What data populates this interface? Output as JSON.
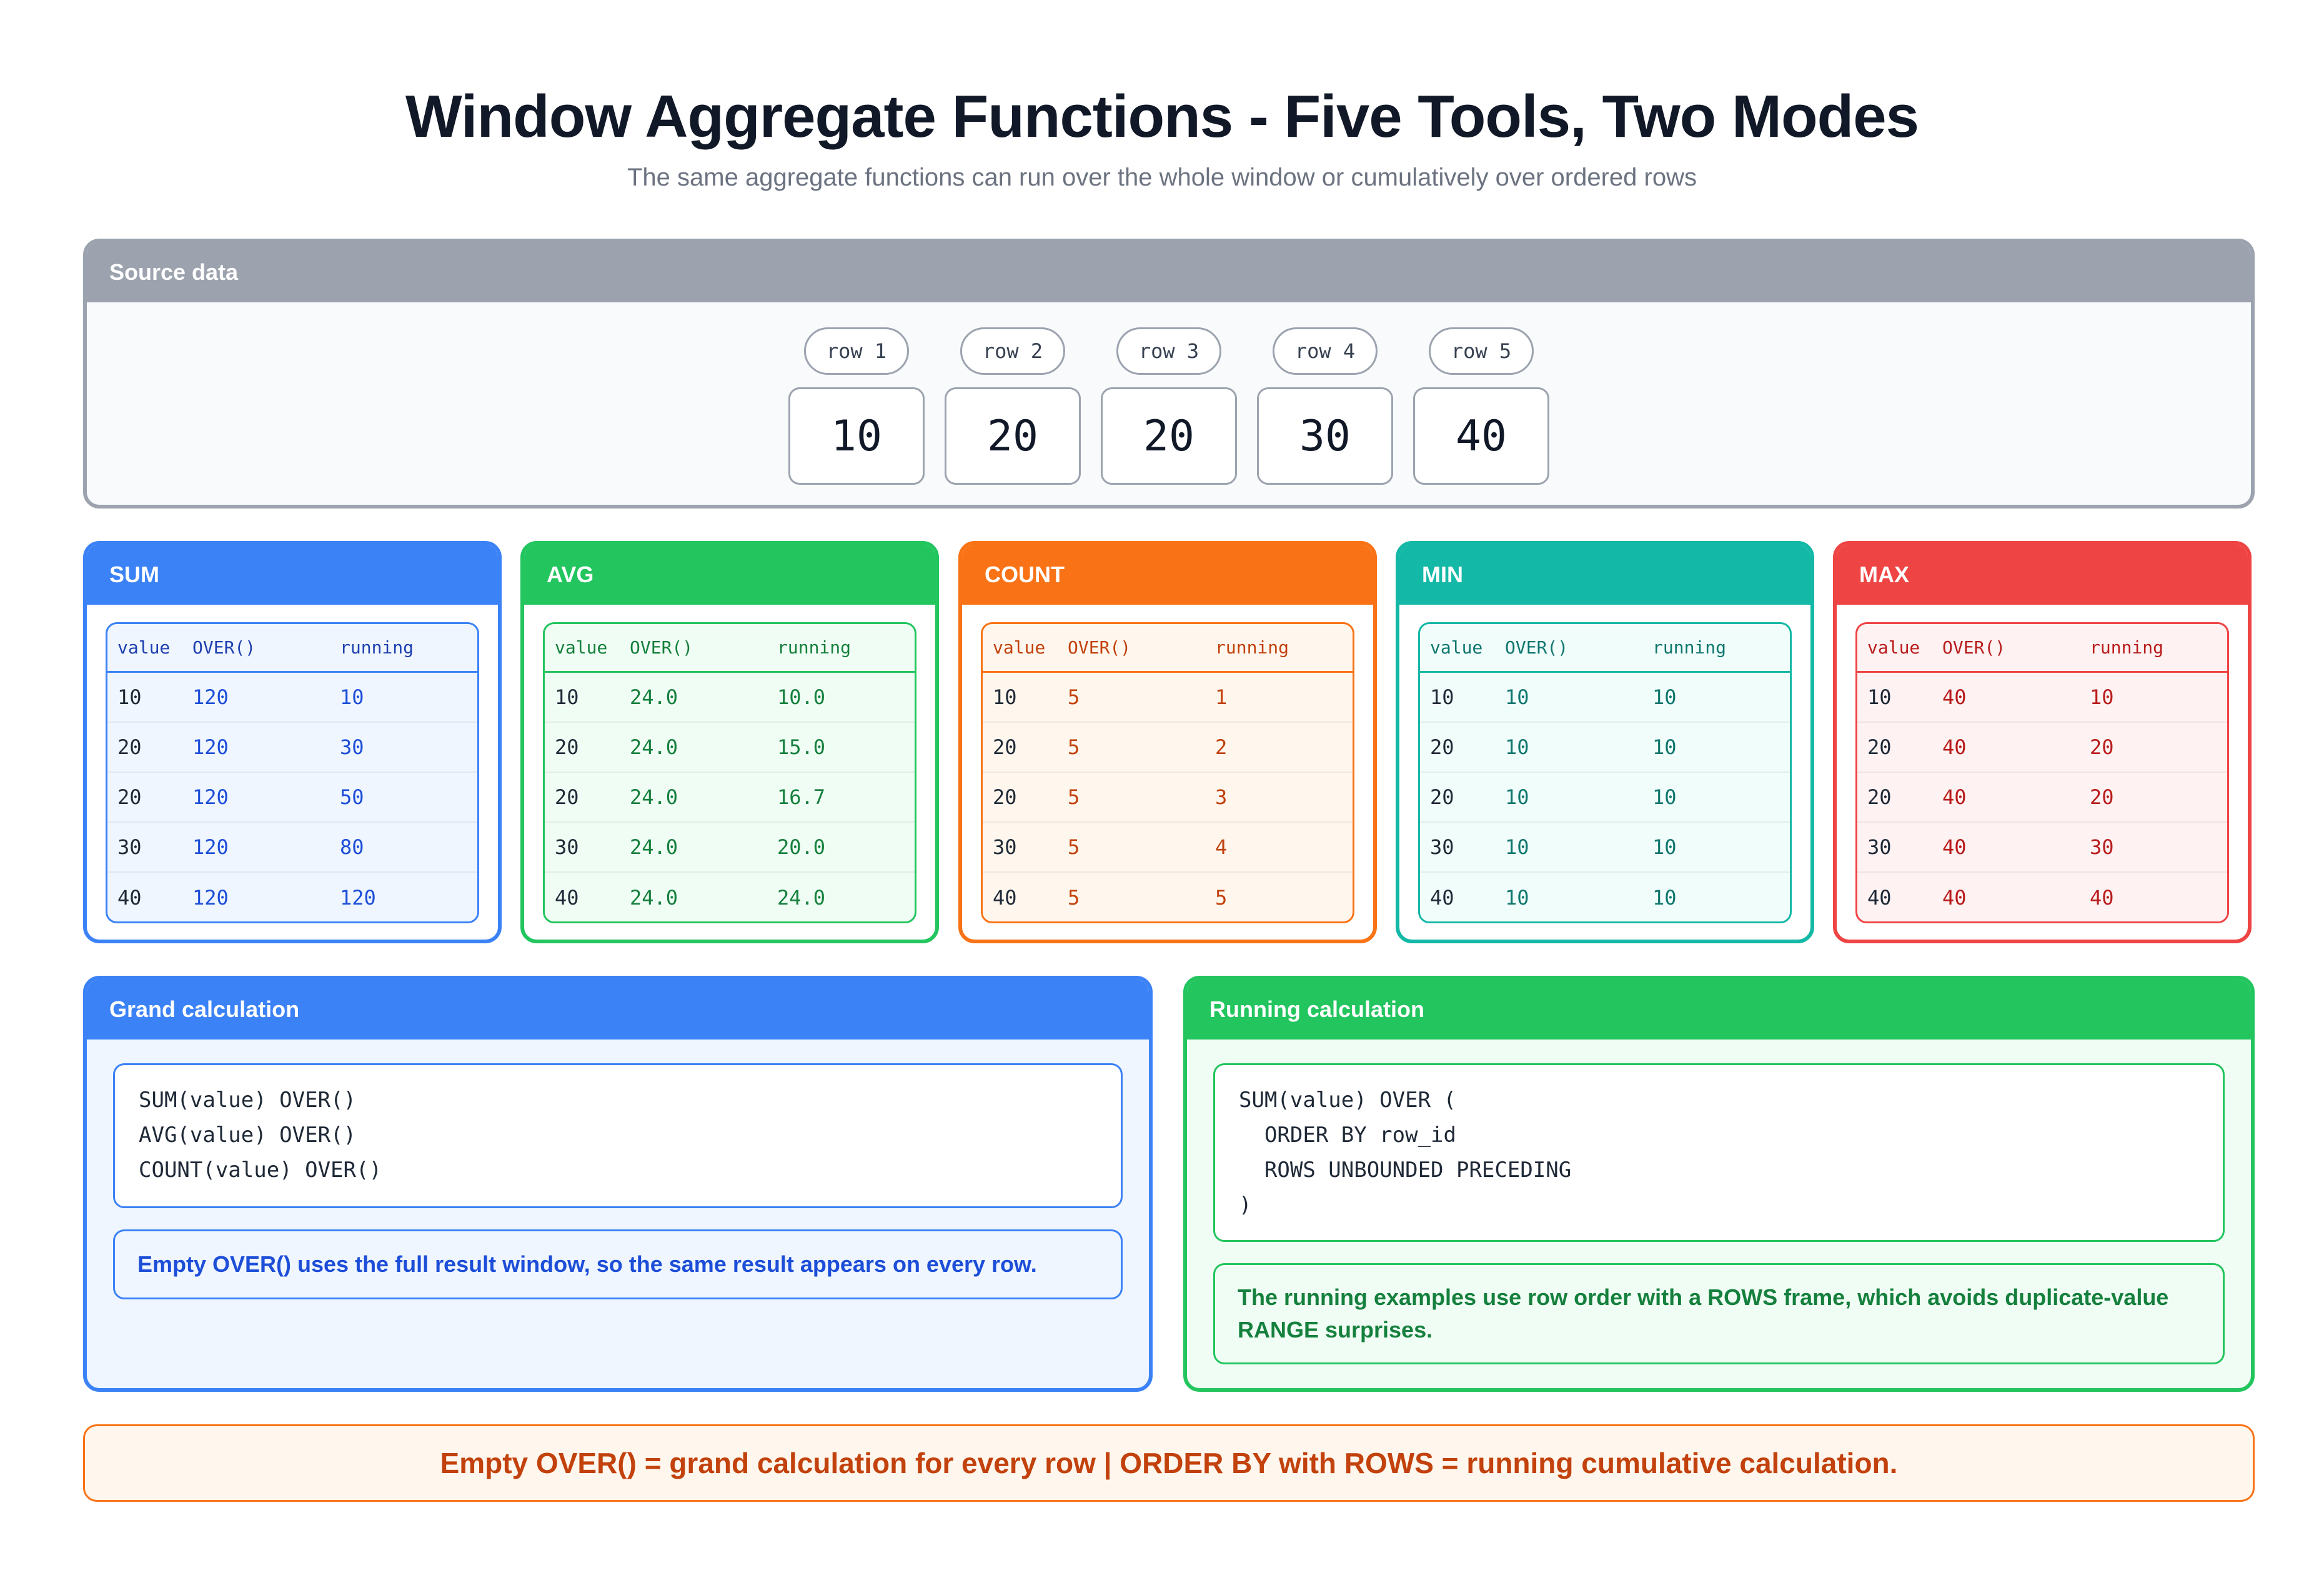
{
  "title": "Window Aggregate Functions - Five Tools, Two Modes",
  "subtitle": "The same aggregate functions can run over the whole window or cumulatively over ordered rows",
  "source": {
    "heading": "Source data",
    "rows": [
      {
        "label": "row 1",
        "value": "10"
      },
      {
        "label": "row 2",
        "value": "20"
      },
      {
        "label": "row 3",
        "value": "20"
      },
      {
        "label": "row 4",
        "value": "30"
      },
      {
        "label": "row 5",
        "value": "40"
      }
    ]
  },
  "columns": [
    "value",
    "OVER()",
    "running"
  ],
  "functions": [
    {
      "name": "SUM",
      "color": "#3b82f6",
      "rows": [
        [
          "10",
          "120",
          "10"
        ],
        [
          "20",
          "120",
          "30"
        ],
        [
          "20",
          "120",
          "50"
        ],
        [
          "30",
          "120",
          "80"
        ],
        [
          "40",
          "120",
          "120"
        ]
      ]
    },
    {
      "name": "AVG",
      "color": "#22c55e",
      "rows": [
        [
          "10",
          "24.0",
          "10.0"
        ],
        [
          "20",
          "24.0",
          "15.0"
        ],
        [
          "20",
          "24.0",
          "16.7"
        ],
        [
          "30",
          "24.0",
          "20.0"
        ],
        [
          "40",
          "24.0",
          "24.0"
        ]
      ]
    },
    {
      "name": "COUNT",
      "color": "#f97316",
      "rows": [
        [
          "10",
          "5",
          "1"
        ],
        [
          "20",
          "5",
          "2"
        ],
        [
          "20",
          "5",
          "3"
        ],
        [
          "30",
          "5",
          "4"
        ],
        [
          "40",
          "5",
          "5"
        ]
      ]
    },
    {
      "name": "MIN",
      "color": "#14b8a6",
      "rows": [
        [
          "10",
          "10",
          "10"
        ],
        [
          "20",
          "10",
          "10"
        ],
        [
          "20",
          "10",
          "10"
        ],
        [
          "30",
          "10",
          "10"
        ],
        [
          "40",
          "10",
          "10"
        ]
      ]
    },
    {
      "name": "MAX",
      "color": "#ef4444",
      "rows": [
        [
          "10",
          "40",
          "10"
        ],
        [
          "20",
          "40",
          "20"
        ],
        [
          "20",
          "40",
          "20"
        ],
        [
          "30",
          "40",
          "30"
        ],
        [
          "40",
          "40",
          "40"
        ]
      ]
    }
  ],
  "grand": {
    "heading": "Grand calculation",
    "code": "SUM(value) OVER()\nAVG(value) OVER()\nCOUNT(value) OVER()",
    "note": "Empty OVER() uses the full result window, so the same result appears on every row."
  },
  "running": {
    "heading": "Running calculation",
    "code": "SUM(value) OVER (\n  ORDER BY row_id\n  ROWS UNBOUNDED PRECEDING\n)",
    "note": "The running examples use row order with a ROWS frame, which avoids duplicate-value RANGE surprises."
  },
  "footer": "Empty OVER() = grand calculation for every row | ORDER BY with ROWS = running cumulative calculation."
}
